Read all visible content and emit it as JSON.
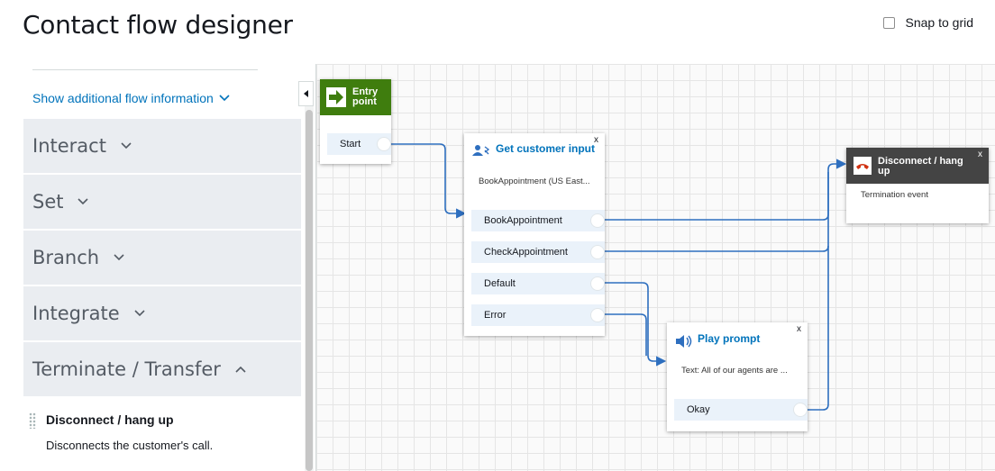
{
  "header": {
    "title": "Contact flow designer",
    "snap_label": "Snap to grid"
  },
  "sidebar": {
    "show_info": "Show additional flow information",
    "sections": [
      {
        "label": "Interact",
        "expanded": false
      },
      {
        "label": "Set",
        "expanded": false
      },
      {
        "label": "Branch",
        "expanded": false
      },
      {
        "label": "Integrate",
        "expanded": false
      },
      {
        "label": "Terminate / Transfer",
        "expanded": true
      }
    ],
    "item": {
      "title": "Disconnect / hang up",
      "description": "Disconnects the customer's call."
    }
  },
  "canvas": {
    "entry": {
      "title": "Entry point",
      "title_line1": "Entry",
      "title_line2": "point",
      "branch": "Start",
      "header_color": "#3f7d0e"
    },
    "get_input": {
      "title": "Get customer input",
      "subtitle": "BookAppointment (US East...",
      "close": "x",
      "branches": [
        "BookAppointment",
        "CheckAppointment",
        "Default",
        "Error"
      ],
      "title_color": "#0073bb"
    },
    "disconnect": {
      "title_line1": "Disconnect / hang",
      "title_line2": "up",
      "subtitle": "Termination event",
      "close": "x",
      "header_color": "#444444"
    },
    "play_prompt": {
      "title": "Play prompt",
      "subtitle": "Text: All of our agents are ...",
      "close": "x",
      "branch": "Okay",
      "title_color": "#0073bb"
    },
    "wire_color": "#2e6fbf"
  }
}
